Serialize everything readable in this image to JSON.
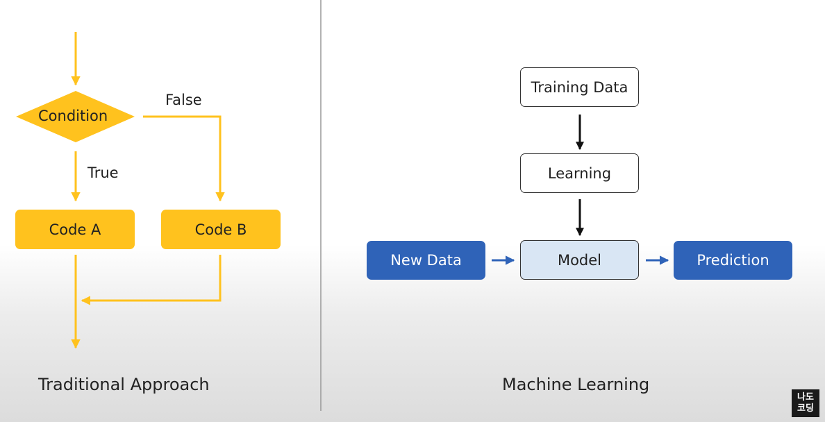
{
  "left": {
    "condition": "Condition",
    "false_label": "False",
    "true_label": "True",
    "code_a": "Code A",
    "code_b": "Code B",
    "caption": "Traditional Approach"
  },
  "right": {
    "training_data": "Training Data",
    "learning": "Learning",
    "new_data": "New Data",
    "model": "Model",
    "prediction": "Prediction",
    "caption": "Machine Learning"
  },
  "logo": {
    "line1": "나도",
    "line2": "코딩"
  },
  "colors": {
    "flow_yellow": "#FFC21E",
    "data_blue": "#2f63b8",
    "model_fill": "#d9e6f4",
    "arrow_dark": "#111111",
    "divider": "#999999"
  }
}
